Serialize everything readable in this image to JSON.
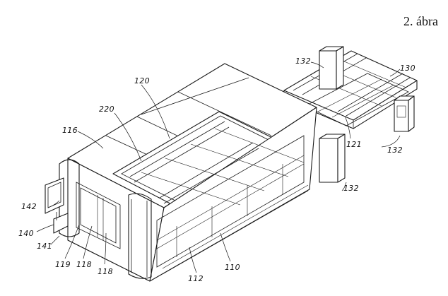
{
  "figure_title": "2. ábra",
  "reference_numerals": {
    "n120": "120",
    "n220": "220",
    "n116": "116",
    "n132_top": "132",
    "n130": "130",
    "n121": "121",
    "n132_right": "132",
    "n132_bottom": "132",
    "n142": "142",
    "n140": "140",
    "n141": "141",
    "n119": "119",
    "n118_a": "118",
    "n118_b": "118",
    "n112": "112",
    "n110": "110"
  }
}
